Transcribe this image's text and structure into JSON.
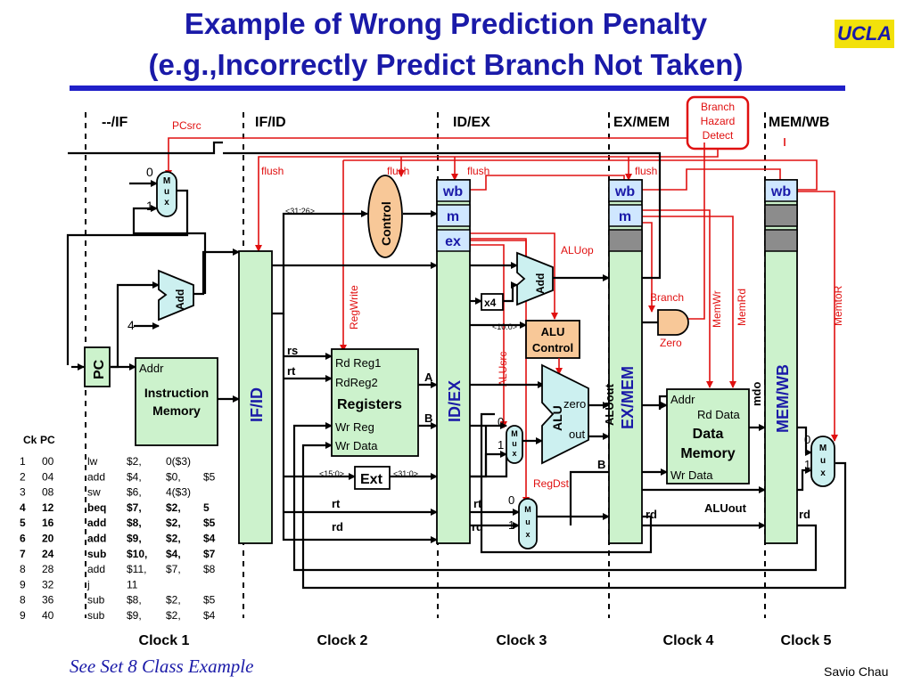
{
  "slide": {
    "title_line1": "Example of Wrong Prediction Penalty",
    "title_line2": "(e.g.,Incorrectly Predict Branch Not Taken)",
    "logo": "UCLA",
    "footnote": "See Set 8 Class Example",
    "author": "Savio Chau"
  },
  "stages": [
    "--/IF",
    "IF/ID",
    "ID/EX",
    "EX/MEM",
    "MEM/WB"
  ],
  "clocks": [
    "Clock 1",
    "Clock 2",
    "Clock 3",
    "Clock 4",
    "Clock 5"
  ],
  "hazard": {
    "l1": "Branch",
    "l2": "Hazard",
    "l3": "Detect"
  },
  "signals": {
    "pcsrc": "PCsrc",
    "flush": "flush",
    "aluop": "ALUop",
    "regwrite": "RegWrite",
    "branch": "Branch",
    "zero": "Zero",
    "memwr": "MemWr",
    "memrd": "MemRd",
    "memtor": "MemtoR",
    "alusrc": "ALUsrc",
    "regdst": "RegDst"
  },
  "labels": {
    "mux_m": "M",
    "mux_u": "u",
    "mux_x": "x",
    "zero_in": "0",
    "one_in": "1",
    "add": "Add",
    "four": "4",
    "pc": "PC",
    "addr": "Addr",
    "instr_mem_1": "Instruction",
    "instr_mem_2": "Memory",
    "ifid": "IF/ID",
    "idex": "ID/EX",
    "exmem": "EX/MEM",
    "memwb": "MEM/WB",
    "control": "Control",
    "wb": "wb",
    "m": "m",
    "ex": "ex",
    "bits_31_26": "<31:26>",
    "bits_10_0": "<10:0>",
    "bits_15_0": "<15:0>",
    "bits_31_0": "<31:0>",
    "x4": "x4",
    "alu_control_1": "ALU",
    "alu_control_2": "Control",
    "rs": "rs",
    "rt": "rt",
    "rd": "rd",
    "rd_reg1": "Rd Reg1",
    "rd_reg2": "RdReg2",
    "registers": "Registers",
    "wr_reg": "Wr Reg",
    "wr_data": "Wr Data",
    "bus_a": "A",
    "bus_b": "B",
    "alu": "ALU",
    "alu_zero": "zero",
    "alu_out": "out",
    "aluout": "ALUout",
    "ext": "Ext",
    "dm_addr": "Addr",
    "dm_rd_data": "Rd Data",
    "dm_1": "Data",
    "dm_2": "Memory",
    "dm_wr_data": "Wr Data",
    "mdo": "mdo"
  },
  "program": {
    "headers": [
      "Ck",
      "PC"
    ],
    "rows": [
      {
        "ck": "1",
        "pc": "00",
        "op": "lw",
        "a1": "$2,",
        "a2": "0($3)",
        "a3": "",
        "bold": false
      },
      {
        "ck": "2",
        "pc": "04",
        "op": "add",
        "a1": "$4,",
        "a2": "$0,",
        "a3": "$5",
        "bold": false
      },
      {
        "ck": "3",
        "pc": "08",
        "op": "sw",
        "a1": "$6,",
        "a2": "4($3)",
        "a3": "",
        "bold": false
      },
      {
        "ck": "4",
        "pc": "12",
        "op": "beq",
        "a1": "$7,",
        "a2": "$2,",
        "a3": "5",
        "bold": true
      },
      {
        "ck": "5",
        "pc": "16",
        "op": "add",
        "a1": "$8,",
        "a2": "$2,",
        "a3": "$5",
        "bold": true
      },
      {
        "ck": "6",
        "pc": "20",
        "op": "add",
        "a1": "$9,",
        "a2": "$2,",
        "a3": "$4",
        "bold": true
      },
      {
        "ck": "7",
        "pc": "24",
        "op": "sub",
        "a1": "$10,",
        "a2": "$4,",
        "a3": "$7",
        "bold": true
      },
      {
        "ck": "8",
        "pc": "28",
        "op": "add",
        "a1": "$11,",
        "a2": "$7,",
        "a3": "$8",
        "bold": false
      },
      {
        "ck": "9",
        "pc": "32",
        "op": "j",
        "a1": "11",
        "a2": "",
        "a3": "",
        "bold": false
      },
      {
        "ck": "8",
        "pc": "36",
        "op": "sub",
        "a1": "$8,",
        "a2": "$2,",
        "a3": "$5",
        "bold": false
      },
      {
        "ck": "9",
        "pc": "40",
        "op": "sub",
        "a1": "$9,",
        "a2": "$2,",
        "a3": "$4",
        "bold": false
      }
    ]
  },
  "colors": {
    "title": "#1a1aa8",
    "control_red": "#e01010",
    "register_green": "#ccf2cc",
    "control_orange": "#f8c898",
    "stall_gray": "#8c8c8c",
    "pipeline_cell_blue": "#cfe7ff",
    "mux_cyan": "#ccf0f0",
    "logo_yellow": "#f2e10a"
  }
}
